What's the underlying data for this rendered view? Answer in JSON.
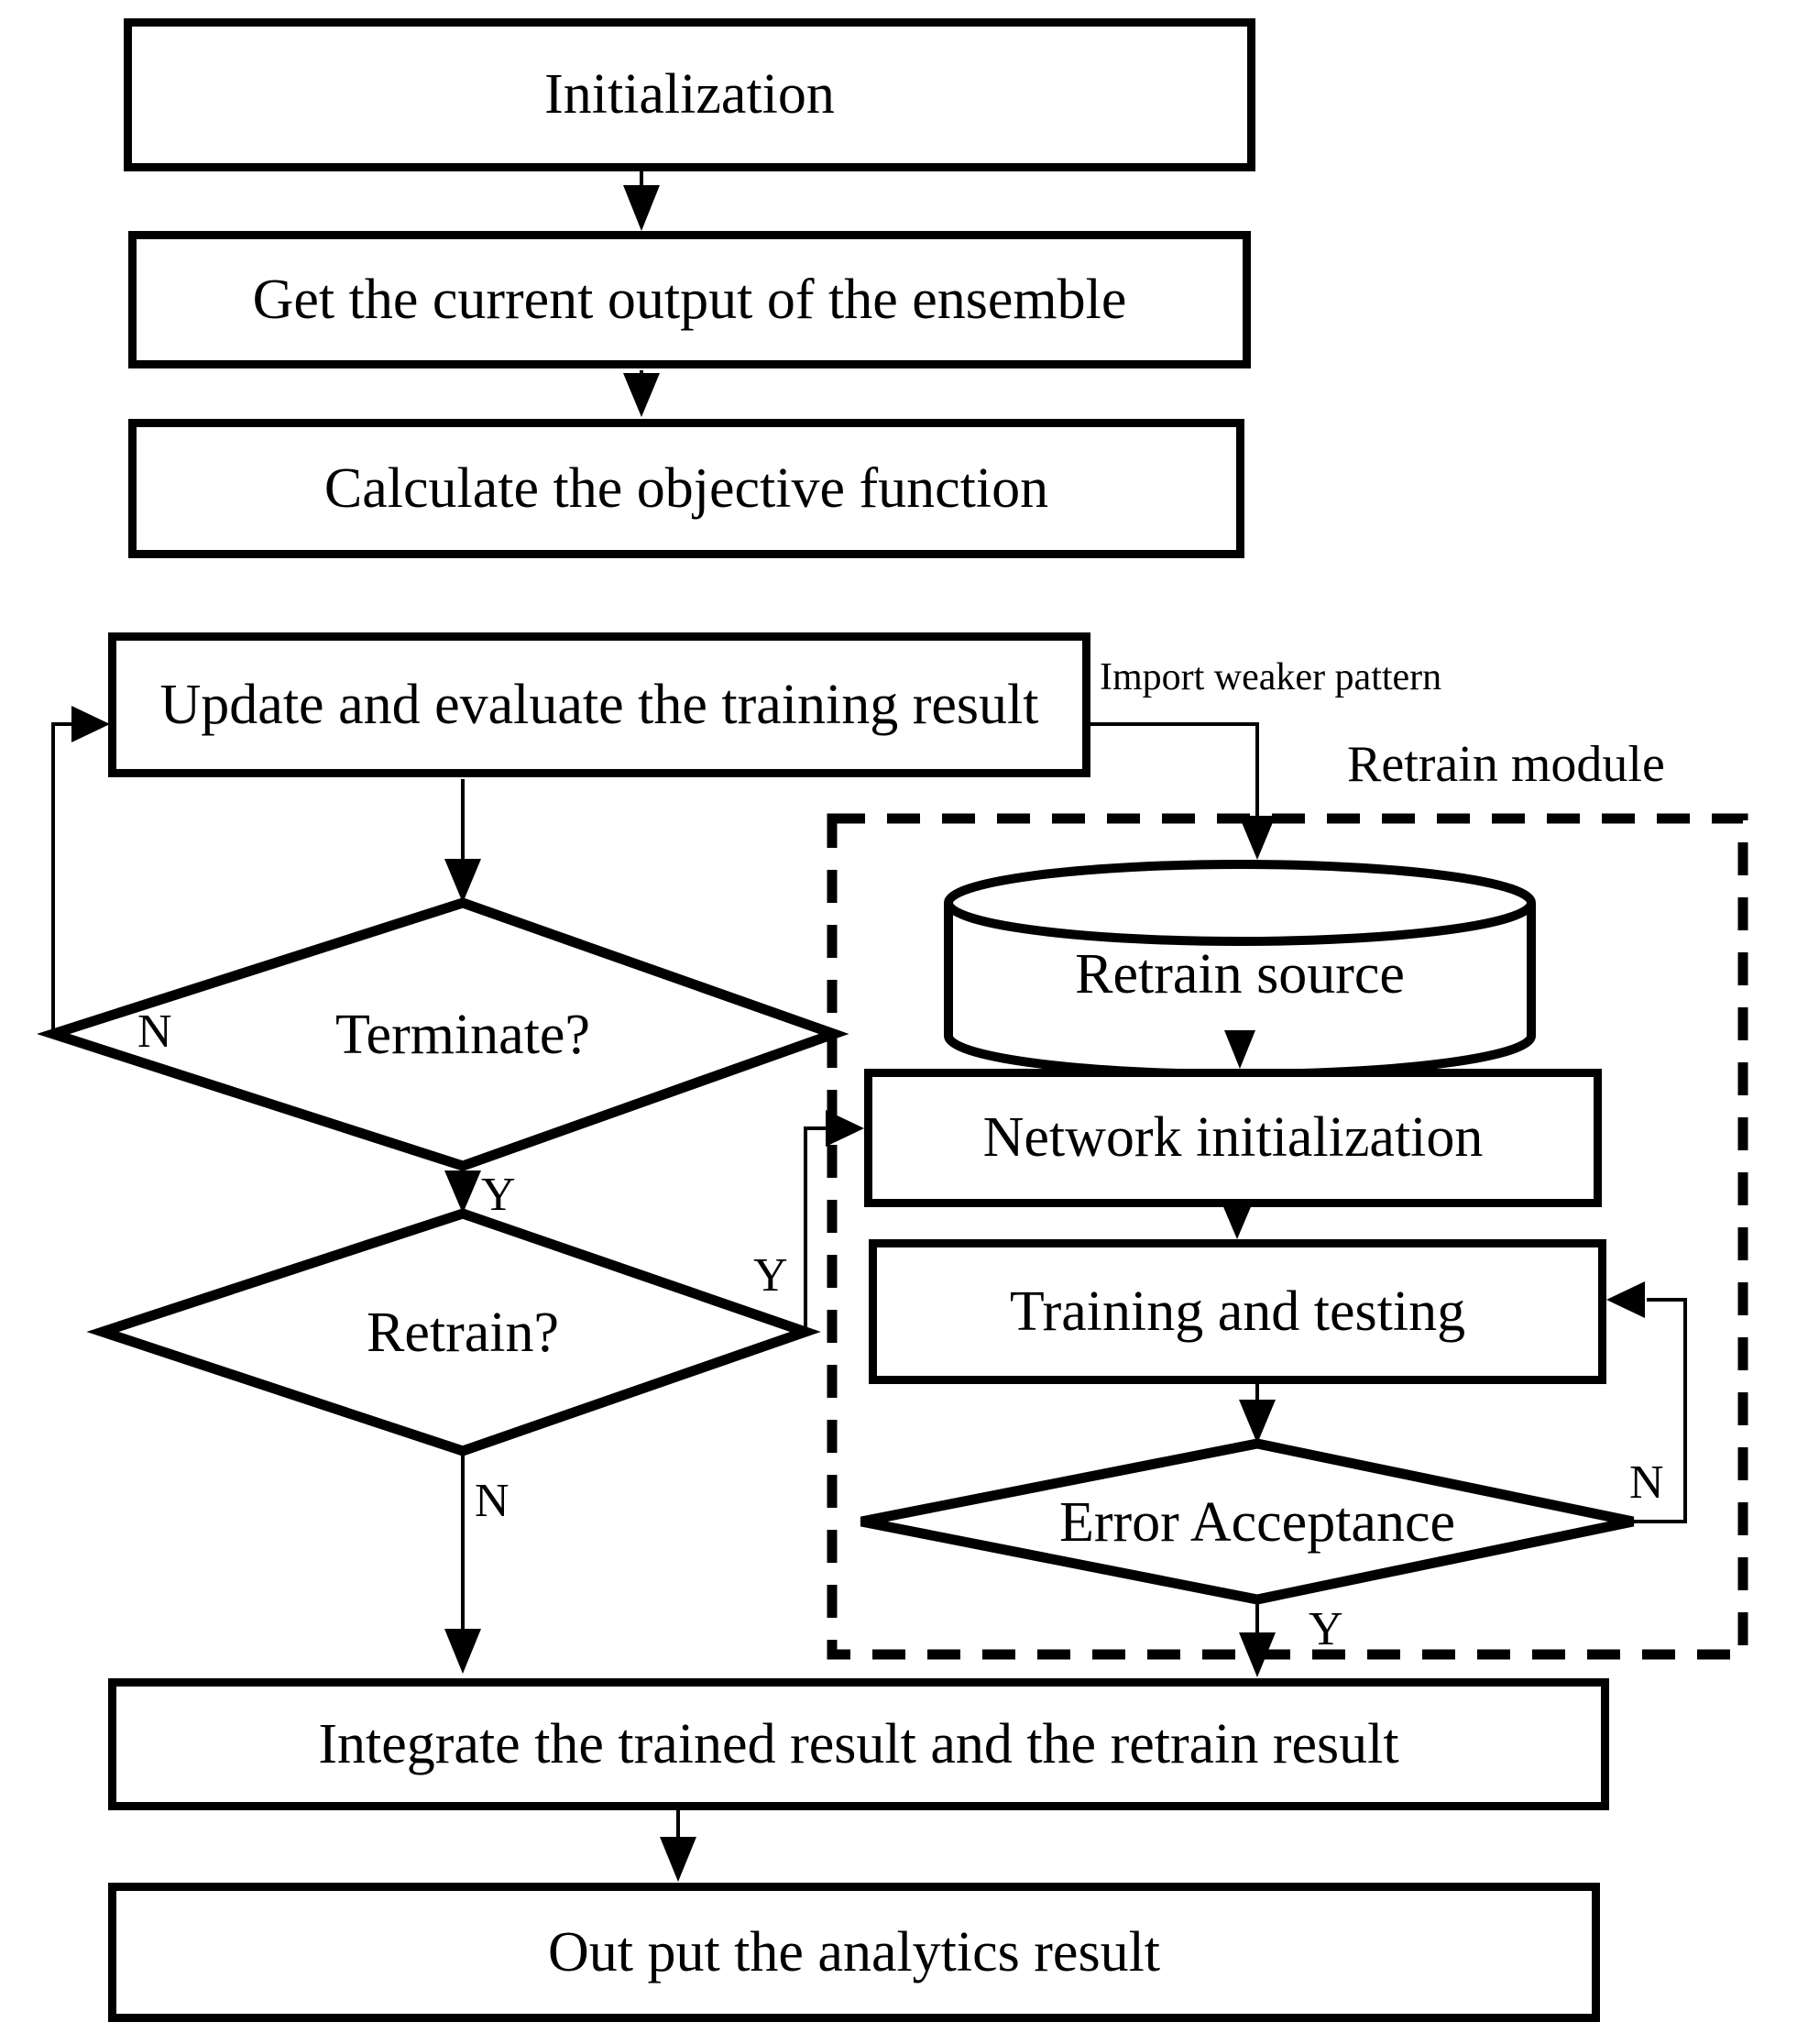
{
  "flowchart": {
    "nodes": {
      "init": "Initialization",
      "get_output": "Get the current output of the ensemble",
      "calc_objective": "Calculate the objective function",
      "update_evaluate": "Update and evaluate the training result",
      "terminate": "Terminate?",
      "retrain": "Retrain?",
      "retrain_source": "Retrain source",
      "network_init": "Network initialization",
      "training_testing": "Training and testing",
      "error_acceptance": "Error Acceptance",
      "integrate": "Integrate the trained result and the retrain result",
      "output": "Out put the analytics result"
    },
    "labels": {
      "import_weaker_pattern": "Import weaker pattern",
      "retrain_module": "Retrain module",
      "terminate_n": "N",
      "terminate_y": "Y",
      "retrain_y": "Y",
      "retrain_n": "N",
      "error_n": "N",
      "error_y": "Y"
    },
    "colors": {
      "ink": "#000000",
      "background": "#ffffff"
    }
  }
}
